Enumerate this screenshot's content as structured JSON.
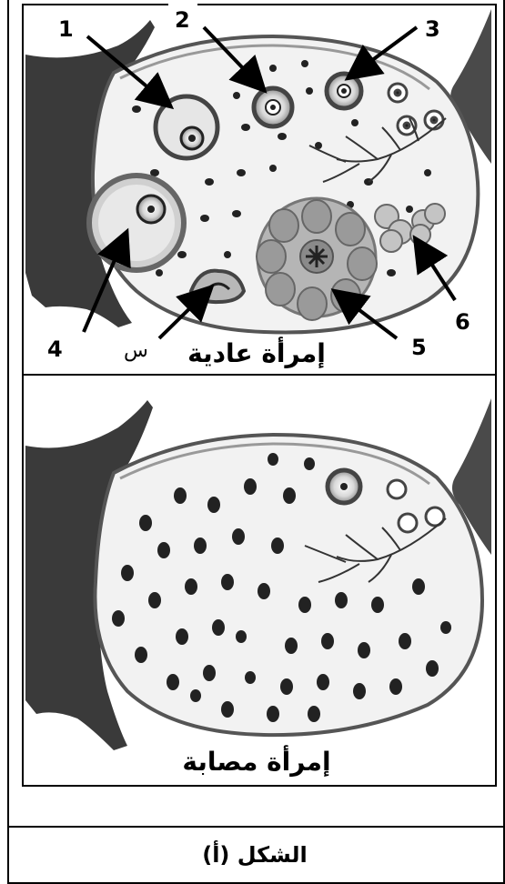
{
  "top_panel": {
    "title": "إمرأة عادية",
    "labels": [
      "1",
      "2",
      "3",
      "4",
      "5",
      "6"
    ],
    "label_s": "س"
  },
  "bottom_panel": {
    "title": "إمرأة مصابة"
  },
  "caption": "الشكل (أ)",
  "colors": {
    "tissue_dark": "#3a3a3a",
    "ovary_fill": "#f2f2f2",
    "follicle_fill": "#cfcfcf"
  }
}
